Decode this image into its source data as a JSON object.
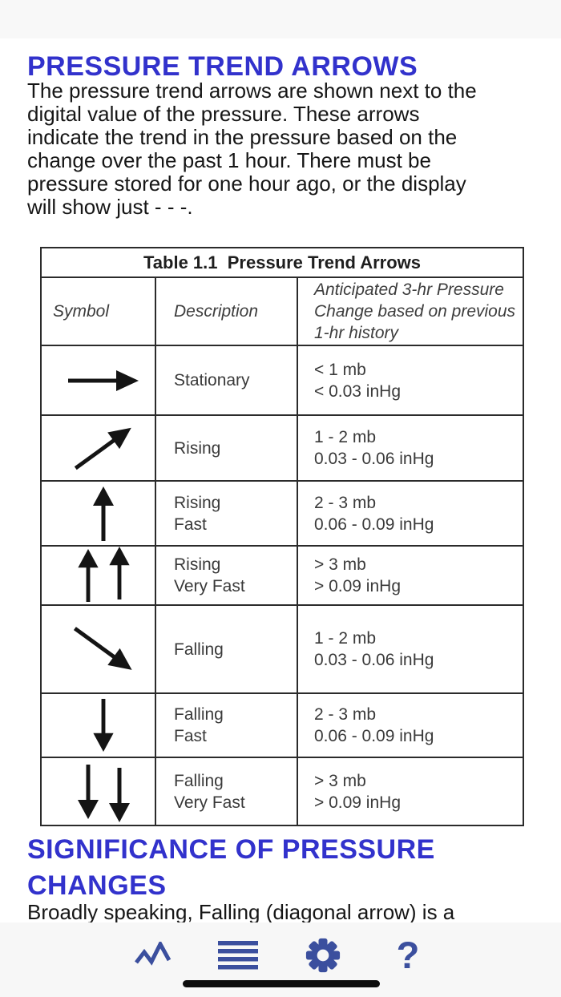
{
  "page": {
    "title_heading": "PRESSURE TREND ARROWS",
    "intro": "The pressure trend arrows are shown next to the\ndigital value of the pressure. These arrows\nindicate the trend in the pressure based on the\nchange over the past 1 hour. There must be\npressure stored for one hour ago, or the display\nwill show just - - -.",
    "section2_heading": "SIGNIFICANCE OF PRESSURE\nCHANGES",
    "section2_partial_text": "Broadly speaking, Falling (diagonal arrow) is a"
  },
  "table": {
    "title": "Table 1.1  Pressure Trend Arrows",
    "headers": {
      "symbol": "Symbol",
      "description": "Description",
      "change": "Anticipated 3-hr Pressure\nChange based on previous\n1-hr history"
    },
    "rows": [
      {
        "symbol": "right-arrow",
        "description": "Stationary",
        "change": "< 1 mb\n< 0.03 inHg"
      },
      {
        "symbol": "up-right-arrow",
        "description": "Rising",
        "change": "1 - 2 mb\n0.03 - 0.06 inHg"
      },
      {
        "symbol": "up-arrow",
        "description": "Rising\nFast",
        "change": "2 - 3 mb\n0.06 - 0.09 inHg"
      },
      {
        "symbol": "double-up-arrow",
        "description": "Rising\nVery Fast",
        "change": "> 3 mb\n> 0.09 inHg"
      },
      {
        "symbol": "down-right-arrow",
        "description": "Falling",
        "change": "1 - 2 mb\n0.03 - 0.06 inHg"
      },
      {
        "symbol": "down-arrow",
        "description": "Falling\nFast",
        "change": "2 - 3 mb\n0.06 - 0.09 inHg"
      },
      {
        "symbol": "double-down-arrow",
        "description": "Falling\nVery Fast",
        "change": "> 3 mb\n> 0.09 inHg"
      }
    ]
  },
  "nav": {
    "icons": [
      "trend-graph-icon",
      "menu-icon",
      "settings-gear-icon",
      "help-question-icon"
    ],
    "help_glyph": "?"
  },
  "colors": {
    "heading_blue": "#3232cc",
    "nav_icon_blue": "#3b4f9e",
    "body_text": "#161616",
    "table_border": "#2b2b2b",
    "nav_bar_bg": "#f7f7f7",
    "home_indicator": "#0c0c0c"
  }
}
